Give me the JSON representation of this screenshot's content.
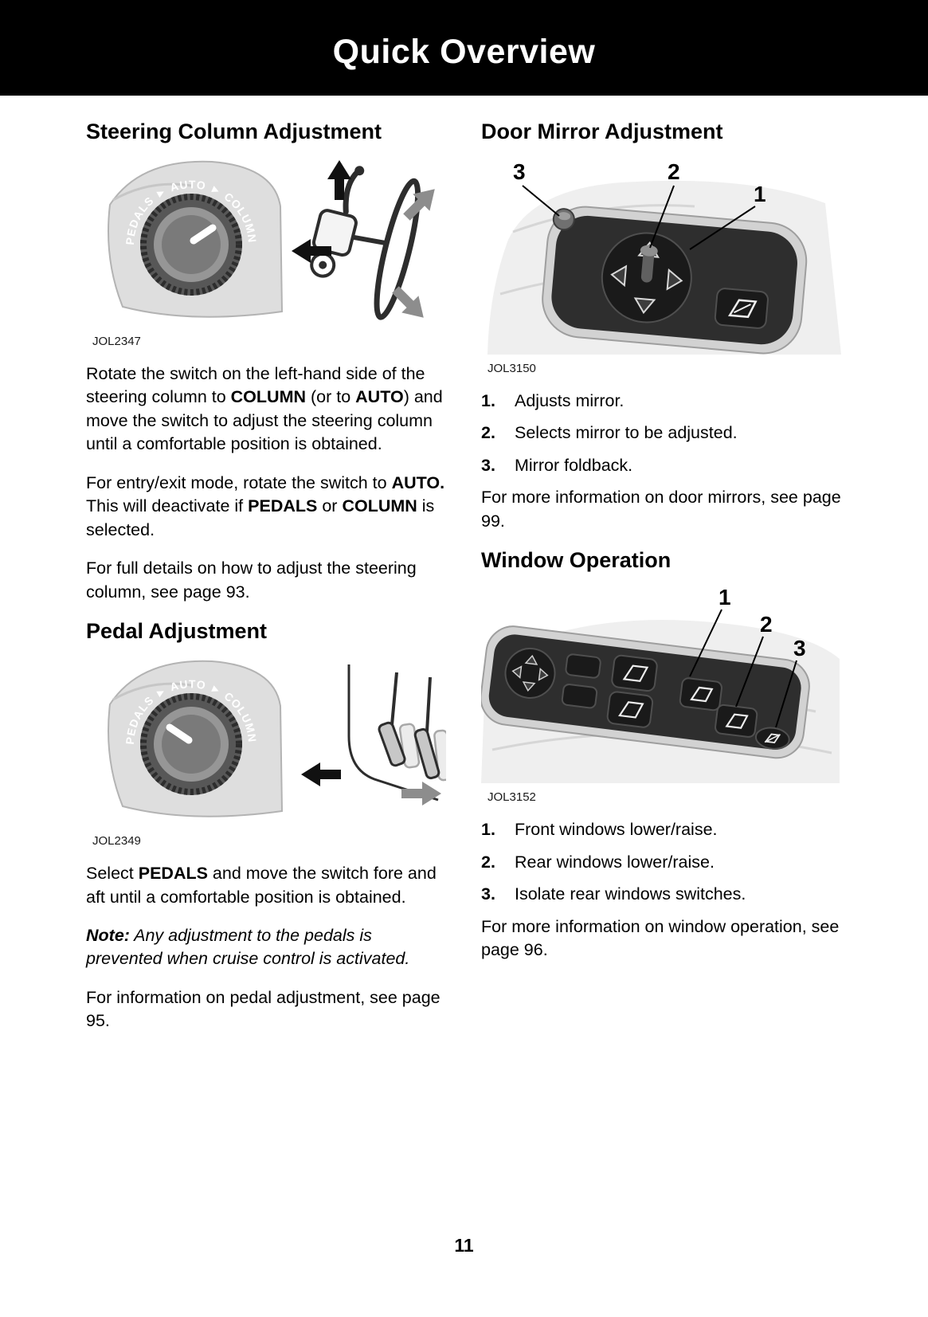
{
  "page": {
    "title": "Quick Overview",
    "number": "11"
  },
  "figures": {
    "dial_text": "PEDALS ► AUTO ► COLUMN",
    "steering_caption": "JOL2347",
    "pedal_caption": "JOL2349",
    "mirror_caption": "JOL3150",
    "window_caption": "JOL3152",
    "mirror_callouts": {
      "c1": "1",
      "c2": "2",
      "c3": "3"
    },
    "window_callouts": {
      "c1": "1",
      "c2": "2",
      "c3": "3"
    }
  },
  "colors": {
    "header_bg": "#000000",
    "header_text": "#ffffff",
    "panel_dark": "#2e2e2e"
  },
  "steering": {
    "heading": "Steering Column Adjustment",
    "p1": [
      "Rotate the switch on the left-hand side of the steering column to ",
      "COLUMN",
      " (or to ",
      "AUTO",
      ") and move the switch to adjust the steering column until a comfortable position is obtained."
    ],
    "p2": [
      "For entry/exit mode, rotate the switch to ",
      "AUTO.",
      " This will deactivate if ",
      "PEDALS",
      " or ",
      "COLUMN",
      " is selected."
    ],
    "p3": "For full details on how to adjust the steering column, see page 93."
  },
  "pedal": {
    "heading": "Pedal Adjustment",
    "p1": [
      "Select ",
      "PEDALS",
      " and move the switch fore and aft until a comfortable position is obtained."
    ],
    "note": [
      "Note:",
      " Any adjustment to the pedals is prevented when cruise control is activated."
    ],
    "p2": "For information on pedal adjustment, see page 95."
  },
  "mirror": {
    "heading": "Door Mirror Adjustment",
    "items": [
      {
        "num": "1.",
        "text": "Adjusts mirror."
      },
      {
        "num": "2.",
        "text": "Selects mirror to be adjusted."
      },
      {
        "num": "3.",
        "text": "Mirror foldback."
      }
    ],
    "more": "For more information on door mirrors, see page 99."
  },
  "window": {
    "heading": "Window Operation",
    "items": [
      {
        "num": "1.",
        "text": "Front windows lower/raise."
      },
      {
        "num": "2.",
        "text": "Rear windows lower/raise."
      },
      {
        "num": "3.",
        "text": "Isolate rear windows switches."
      }
    ],
    "more": "For more information on window operation, see page 96."
  }
}
